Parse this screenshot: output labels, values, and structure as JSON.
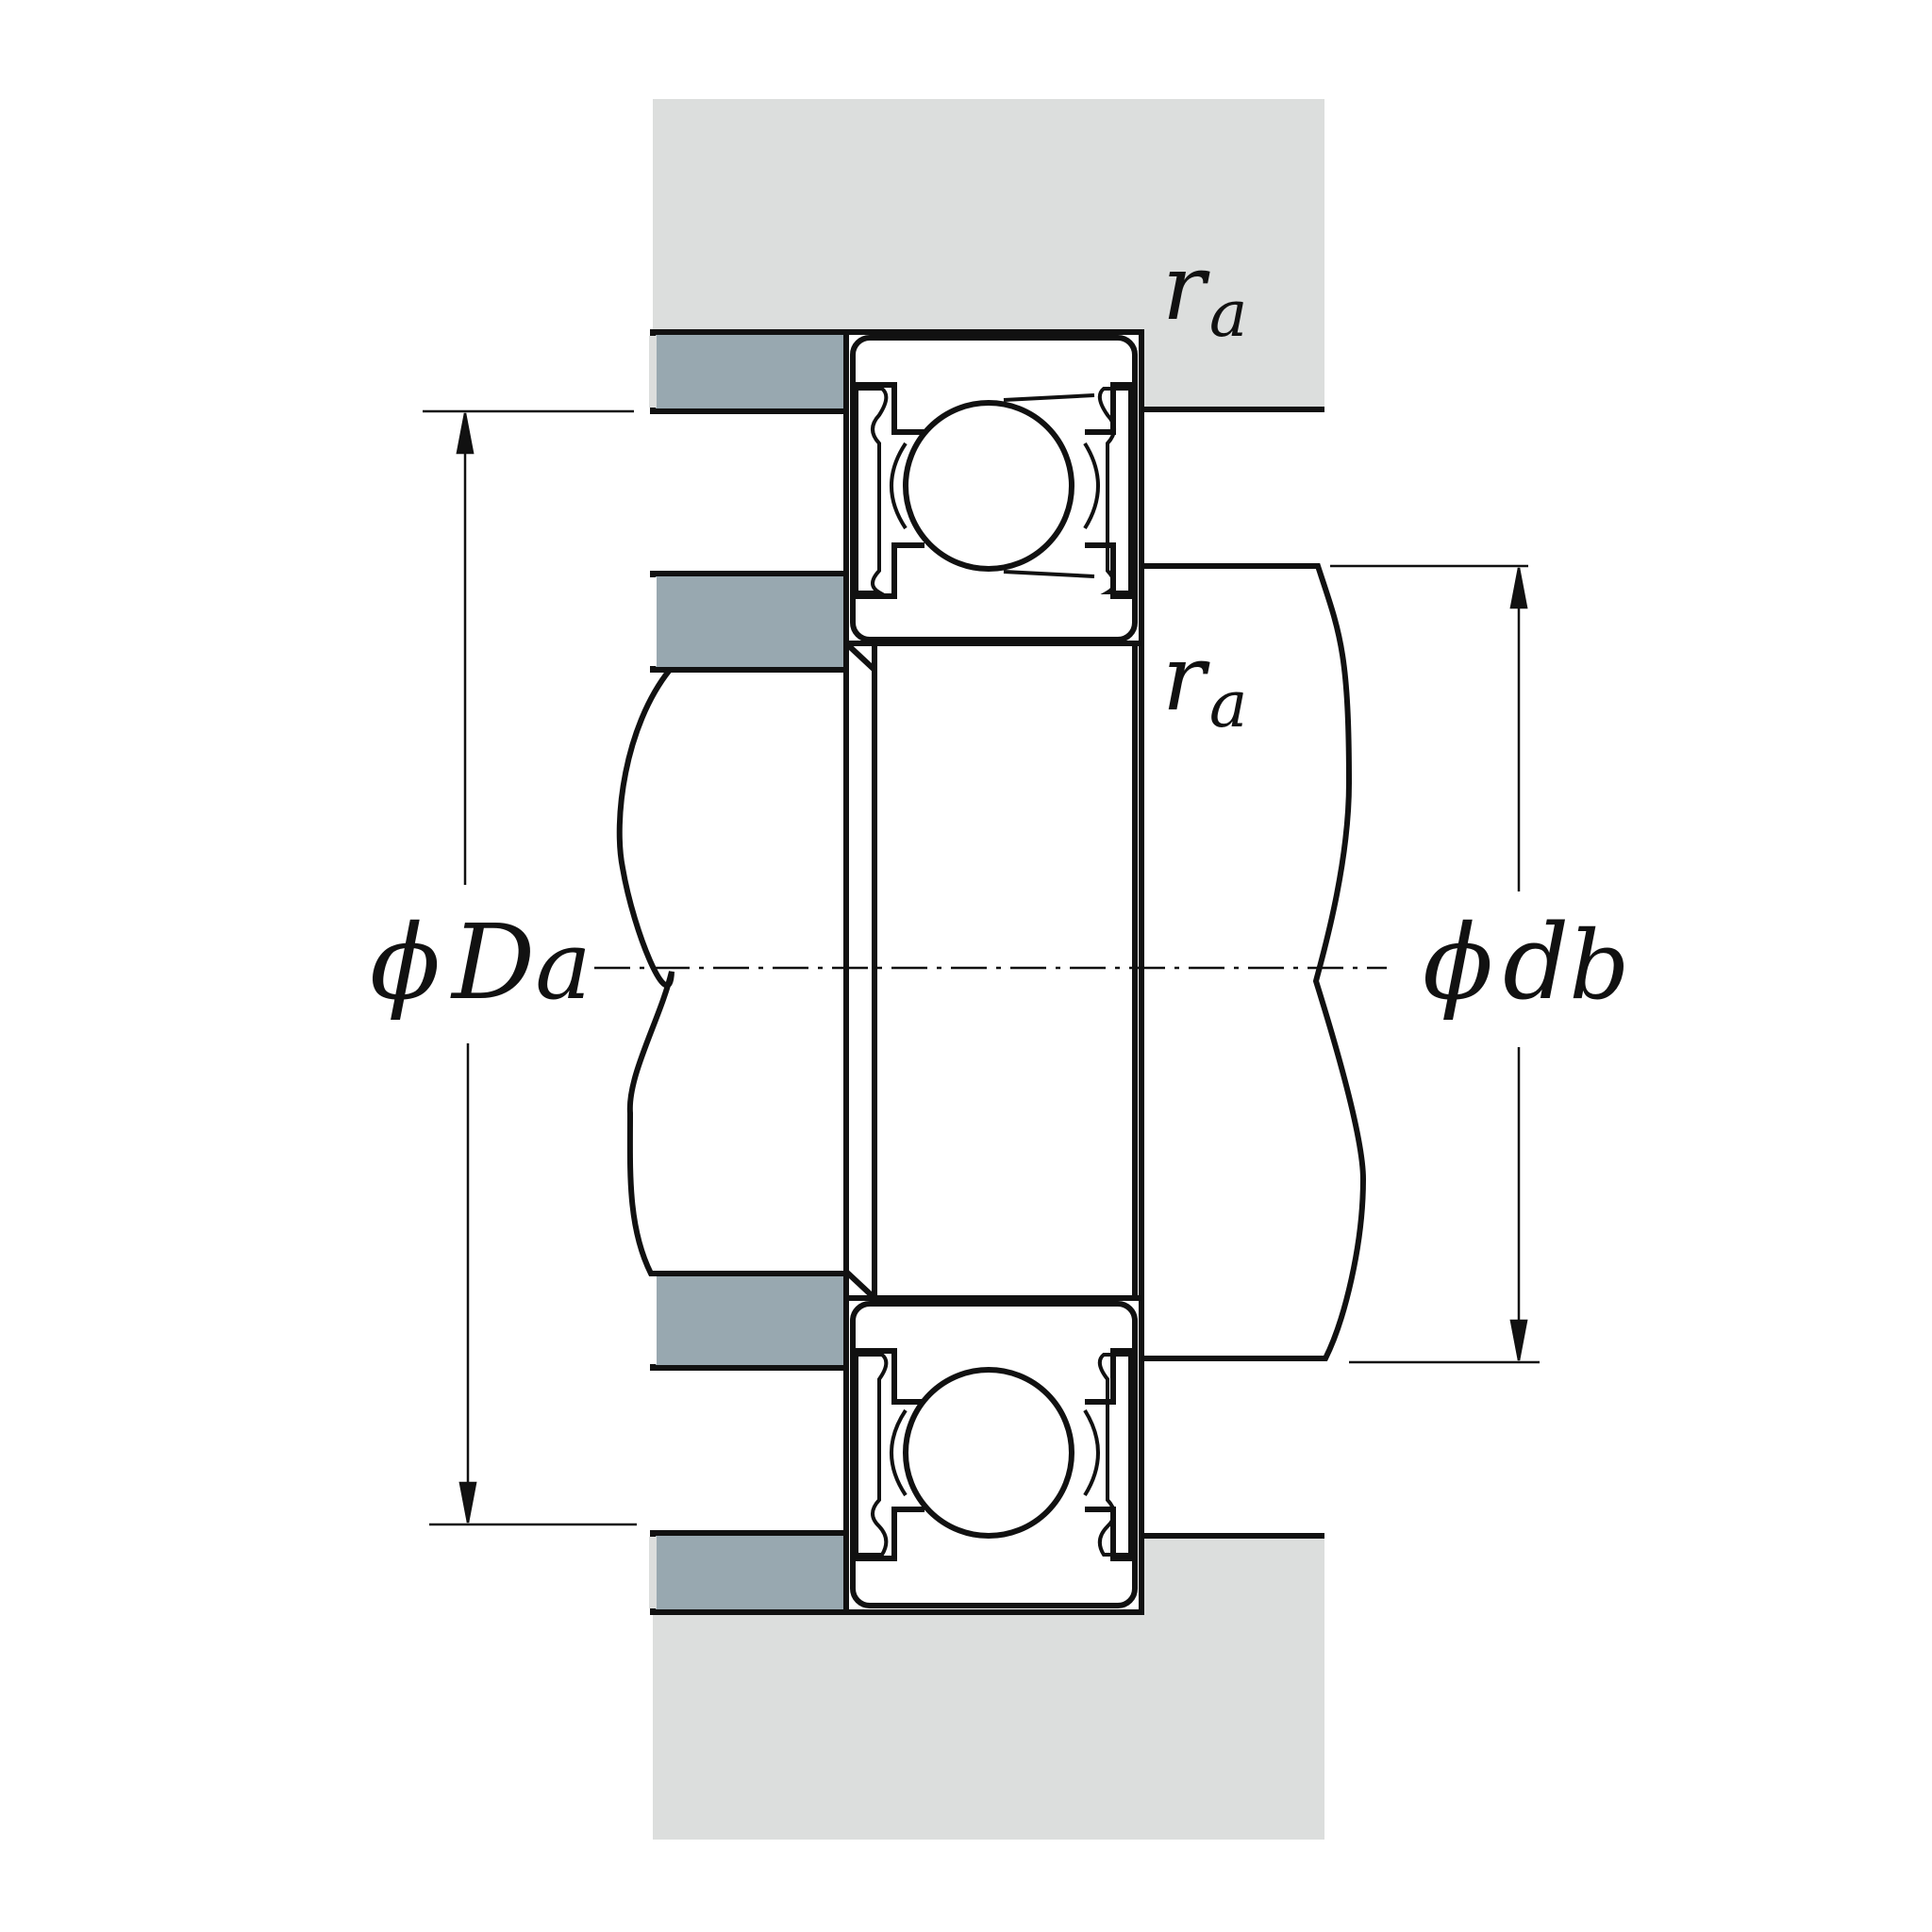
{
  "labels": {
    "r_top": {
      "main": "r",
      "sub": "a"
    },
    "r_mid": {
      "main": "r",
      "sub": "a"
    },
    "Da": {
      "phi": "ϕ",
      "main": "D",
      "sub": "a"
    },
    "db": {
      "phi": "ϕ",
      "main": "d",
      "sub": "b"
    }
  },
  "colors": {
    "housing_fill": "#dcdedd",
    "spacer_fill": "#98a8b0",
    "line": "#111111",
    "background": "#ffffff"
  }
}
